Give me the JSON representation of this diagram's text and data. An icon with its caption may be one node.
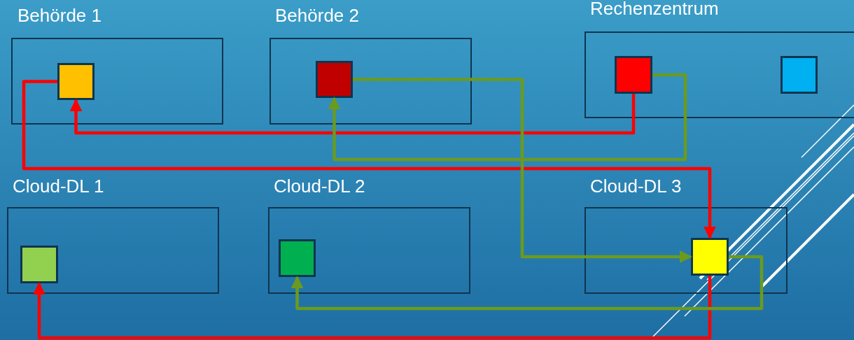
{
  "diagram": {
    "nodes": [
      {
        "text": [
          "Behörde 1"
        ]
      },
      {
        "text": [],
        "shape": "box",
        "in": 0
      },
      {
        "text": [
          "Behörde 2"
        ]
      },
      {
        "text": [],
        "shape": "box",
        "in": 2
      },
      {
        "text": [
          "Rechenzentrum"
        ]
      },
      {
        "text": [],
        "shape": "box",
        "in": 4
      },
      {
        "text": [],
        "shape": "box",
        "in": 4
      },
      {
        "text": [
          "Cloud-DL 1"
        ]
      },
      {
        "text": [],
        "shape": "box",
        "in": 7
      },
      {
        "text": [
          "Cloud-DL 2"
        ]
      },
      {
        "text": [],
        "shape": "box",
        "in": 9
      },
      {
        "text": [
          "Cloud-DL 3"
        ]
      },
      {
        "text": [],
        "shape": "box",
        "in": 11
      }
    ],
    "edges": [
      {
        "from": 5,
        "to": 1,
        "arrow": "to",
        "color": "#ff0000"
      },
      {
        "from": 1,
        "to": 12,
        "arrow": "to",
        "color": "#ff0000"
      },
      {
        "from": 12,
        "to": 8,
        "arrow": "to",
        "color": "#ff0000"
      },
      {
        "from": 3,
        "to": 12,
        "arrow": "to",
        "color": "#6b9a1f"
      },
      {
        "from": 5,
        "to": 3,
        "arrow": "to",
        "color": "#6b9a1f"
      },
      {
        "from": 12,
        "to": 10,
        "arrow": "to",
        "color": "#6b9a1f"
      }
    ]
  }
}
